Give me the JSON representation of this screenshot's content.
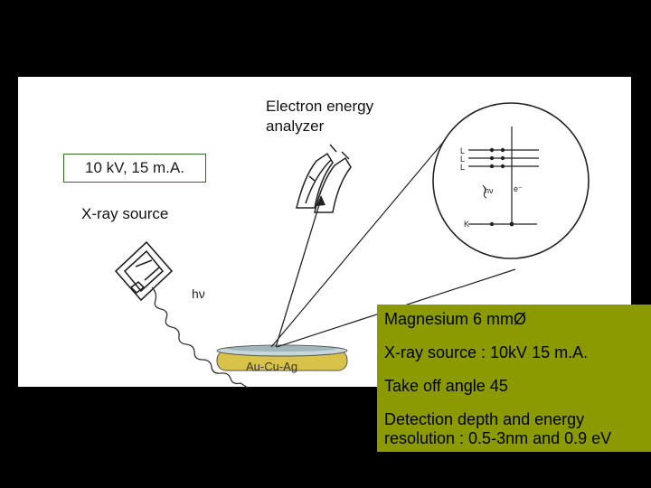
{
  "figure": {
    "labels": {
      "analyzer_line1": "Electron energy",
      "analyzer_line2": "analyzer",
      "xray_source": "X-ray source",
      "photon_main": "hν",
      "photon_inset": "hν",
      "electron_inset": "e⁻",
      "level_L3": "L",
      "level_L2": "L",
      "level_L1": "L",
      "level_K": "K",
      "sample": "Au-Cu-Ag"
    },
    "voltage_label": "10 kV, 15 m.A.",
    "specs": [
      "Magnesium 6 mmØ",
      "X-ray source : 10kV 15 m.A.",
      "Take off angle 45",
      "Detection depth and energy",
      "resolution : 0.5-3nm and 0.9 eV"
    ],
    "colors": {
      "background": "#000000",
      "panel": "#ffffff",
      "spec_box": "#8a9a00",
      "sample_fill": "#d8c24a",
      "voltage_border": "#2e6b1f"
    }
  }
}
